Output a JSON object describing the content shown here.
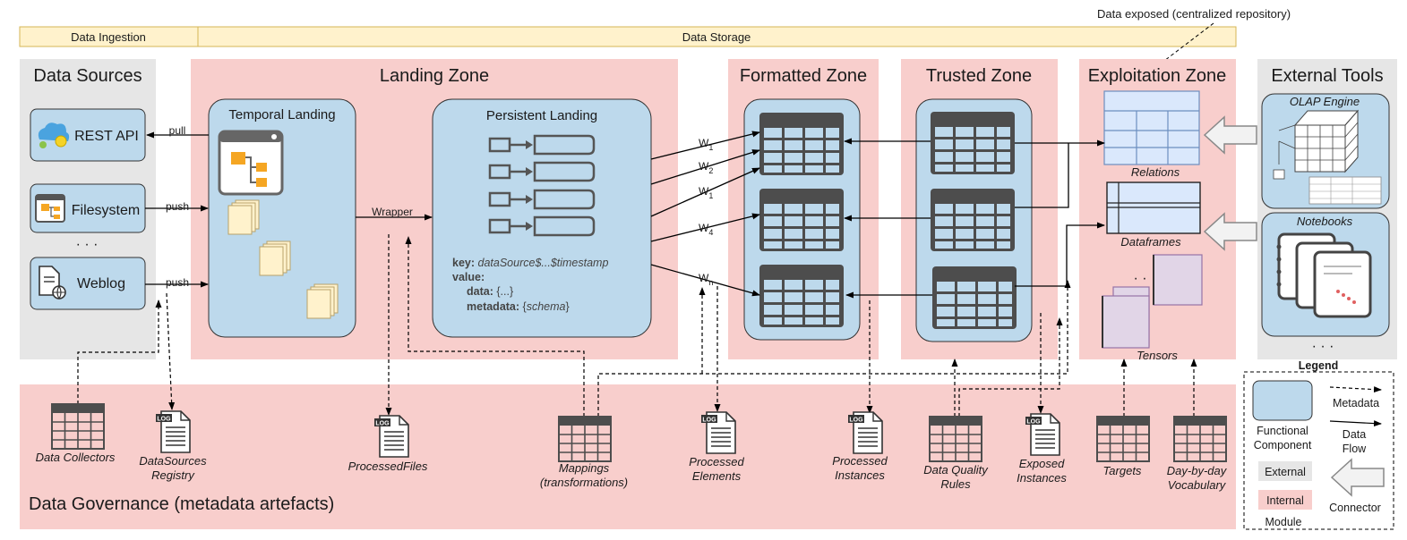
{
  "banner": {
    "ingestion": "Data Ingestion",
    "storage": "Data Storage",
    "exposed": "Data exposed (centralized repository)"
  },
  "zones": {
    "sources": "Data Sources",
    "landing": "Landing Zone",
    "formatted": "Formatted Zone",
    "trusted": "Trusted Zone",
    "exploitation": "Exploitation Zone",
    "external": "External Tools",
    "governance": "Data Governance (metadata artefacts)"
  },
  "sources": {
    "rest": "REST API",
    "filesystem": "Filesystem",
    "dots": "· · ·",
    "weblog": "Weblog"
  },
  "edges": {
    "pull": "pull",
    "push1": "push",
    "push2": "push",
    "wrapper": "Wrapper",
    "w1a": "W",
    "w1a_sub": "1",
    "w2": "W",
    "w2_sub": "2",
    "w1b": "W",
    "w1b_sub": "1",
    "w4": "W",
    "w4_sub": "4",
    "wn": "W",
    "wn_sub": "n"
  },
  "landing": {
    "temporal": "Temporal Landing",
    "persistent": "Persistent Landing",
    "key_label": "key:",
    "key_value": "dataSource$...$timestamp",
    "value_label": "value:",
    "data_label": "data:",
    "data_value": "{...}",
    "metadata_label": "metadata:",
    "metadata_value_open": "{",
    "metadata_value": "schema",
    "metadata_value_close": "}"
  },
  "exploitation": {
    "relations": "Relations",
    "dataframes": "Dataframes",
    "dots": "· ·",
    "tensors": "Tensors"
  },
  "external": {
    "olap": "OLAP Engine",
    "notebooks": "Notebooks",
    "dots": "· · ·"
  },
  "artefacts": {
    "collectors": "Data Collectors",
    "registry_line1": "DataSources",
    "registry_line2": "Registry",
    "processed_files": "ProcessedFiles",
    "mappings_line1": "Mappings",
    "mappings_line2": "(transformations)",
    "elements_line1": "Processed",
    "elements_line2": "Elements",
    "instances_line1": "Processed",
    "instances_line2": "Instances",
    "dq_line1": "Data Quality",
    "dq_line2": "Rules",
    "exposed_line1": "Exposed",
    "exposed_line2": "Instances",
    "targets": "Targets",
    "vocab_line1": "Day-by-day",
    "vocab_line2": "Vocabulary",
    "log_badge": "LOG"
  },
  "legend": {
    "title": "Legend",
    "functional_line1": "Functional",
    "functional_line2": "Component",
    "metadata": "Metadata",
    "dataflow_line1": "Data",
    "dataflow_line2": "Flow",
    "external": "External",
    "internal": "Internal",
    "module": "Module",
    "connector": "Connector"
  },
  "colors": {
    "pink_zone": "#f8cecc",
    "grey_zone": "#e6e6e6",
    "blue_component": "#bdd9ec",
    "banner": "#fff2cc",
    "table_dark": "#4d4d4d",
    "doc_yellow": "#fff2cc",
    "tensor_purple": "#e1d5e7",
    "folder_orange": "#f5a623"
  }
}
